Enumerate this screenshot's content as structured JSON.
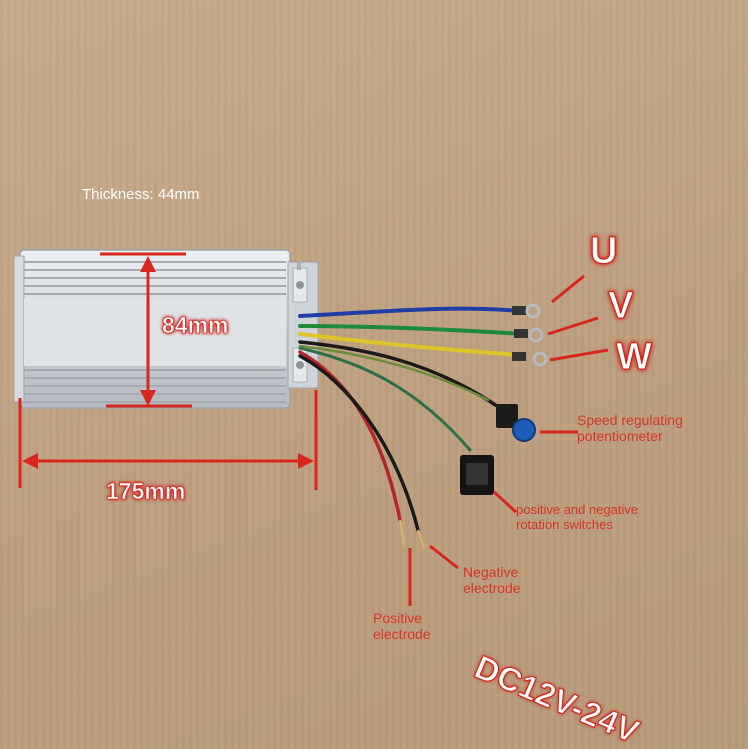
{
  "labels": {
    "thickness": "Thickness: 44mm",
    "height": "84mm",
    "length": "175mm",
    "phase_u": "U",
    "phase_v": "V",
    "phase_w": "W",
    "speed_pot_line1": "Speed regulating",
    "speed_pot_line2": "potentiometer",
    "rotation_line1": "positive and negative",
    "rotation_line2": "rotation switches",
    "negative_line1": "Negative",
    "negative_line2": "electrode",
    "positive_line1": "Positive",
    "positive_line2": "electrode",
    "voltage": "DC12V-24V"
  },
  "colors": {
    "annotation_red": "#d6342a",
    "cardboard": "#c4a583",
    "housing": "#c9ced3"
  },
  "wires": [
    "blue",
    "green",
    "yellow",
    "black",
    "red",
    "green-yellow"
  ]
}
